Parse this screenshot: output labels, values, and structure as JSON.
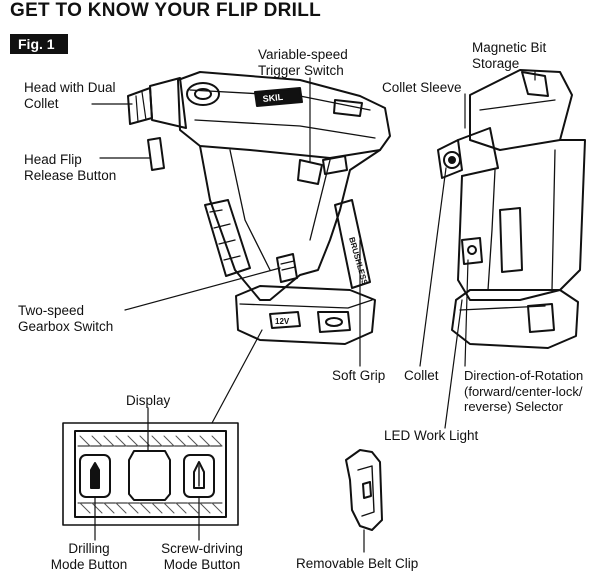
{
  "title": "GET TO KNOW YOUR FLIP DRILL",
  "figure_label": "Fig. 1",
  "callouts": {
    "head_dual_collet": [
      "Head with Dual",
      "Collet"
    ],
    "trigger": [
      "Variable-speed",
      "Trigger Switch"
    ],
    "magnetic_bit": [
      "Magnetic Bit",
      "Storage"
    ],
    "collet_sleeve": [
      "Collet Sleeve"
    ],
    "head_flip": [
      "Head Flip",
      "Release Button"
    ],
    "gearbox": [
      "Two-speed",
      "Gearbox Switch"
    ],
    "soft_grip": [
      "Soft Grip"
    ],
    "collet": [
      "Collet"
    ],
    "direction": [
      "Direction-of-Rotation",
      "(forward/center-lock/",
      "reverse) Selector"
    ],
    "display": [
      "Display"
    ],
    "led": [
      "LED Work Light"
    ],
    "drilling_btn": [
      "Drilling",
      "Mode Button"
    ],
    "screw_btn": [
      "Screw-driving",
      "Mode Button"
    ],
    "belt_clip": [
      "Removable Belt Clip"
    ]
  },
  "drill_markings": {
    "brand": "SKIL",
    "brushless": "BRUSHLESS",
    "voltage": "12V"
  },
  "colors": {
    "ink": "#111111",
    "paper": "#ffffff",
    "shade": "#d9d9d9"
  }
}
